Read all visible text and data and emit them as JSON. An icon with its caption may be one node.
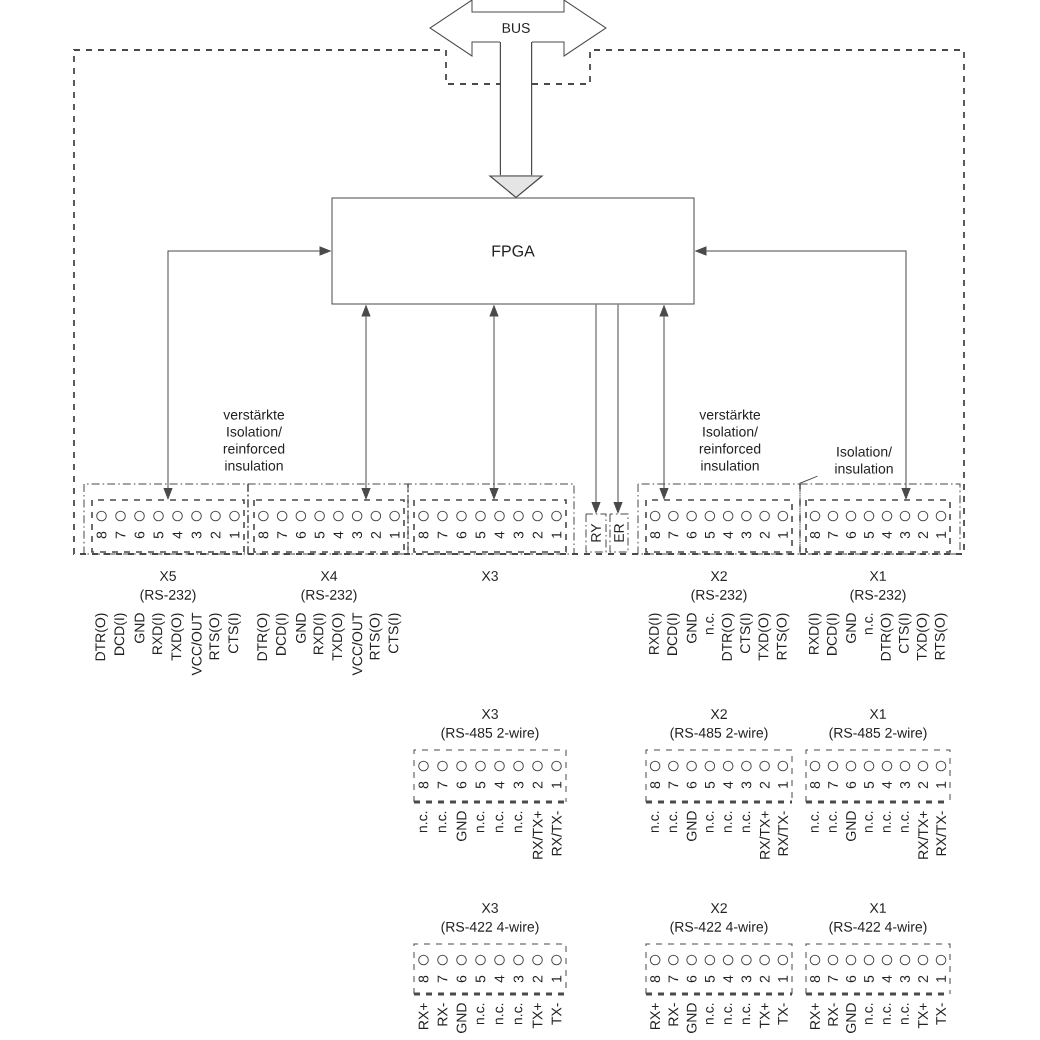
{
  "diagram": {
    "nodes": [
      {
        "text": [],
        "shape": "box"
      },
      {
        "text": [
          "BUS"
        ]
      },
      {
        "text": [
          "FPGA"
        ],
        "in": 0
      },
      {
        "text": [],
        "shape": "box",
        "in": 0
      },
      {
        "text": [
          "X5",
          "(RS-232)"
        ],
        "in": 3
      },
      {
        "text": [],
        "shape": "box",
        "in": 0
      },
      {
        "text": [
          "X4",
          "(RS-232)"
        ],
        "in": 5
      },
      {
        "text": [],
        "shape": "box",
        "in": 0
      },
      {
        "text": [
          "X3"
        ],
        "in": 7
      },
      {
        "text": [
          "RY"
        ],
        "in": 0
      },
      {
        "text": [
          "ER"
        ],
        "in": 0
      },
      {
        "text": [],
        "shape": "box",
        "in": 0
      },
      {
        "text": [
          "X2",
          "(RS-232)"
        ],
        "in": 11
      },
      {
        "text": [],
        "shape": "box",
        "in": 0
      },
      {
        "text": [
          "X1",
          "(RS-232)"
        ],
        "in": 13
      },
      {
        "text": [
          "Isolation/ insulation"
        ],
        "in": 0
      },
      {
        "text": [
          "X3",
          "(RS-485 2-wire)"
        ]
      },
      {
        "text": [
          "X2",
          "(RS-485 2-wire)"
        ]
      },
      {
        "text": [
          "X1",
          "(RS-485 2-wire)"
        ]
      },
      {
        "text": [
          "X3",
          "(RS-422 4-wire)"
        ]
      },
      {
        "text": [
          "X2",
          "(RS-422 4-wire)"
        ]
      },
      {
        "text": [
          "X1",
          "(RS-422 4-wire)"
        ]
      }
    ],
    "edges": [
      {
        "from": 1,
        "to": 2,
        "arrow": "to",
        "style": "thick"
      },
      {
        "from": 4,
        "to": 2,
        "arrow": "both"
      },
      {
        "from": 6,
        "to": 2,
        "arrow": "both"
      },
      {
        "from": 8,
        "to": 2,
        "arrow": "both"
      },
      {
        "from": 2,
        "to": 9,
        "arrow": "to"
      },
      {
        "from": 2,
        "to": 10,
        "arrow": "to"
      },
      {
        "from": 12,
        "to": 2,
        "arrow": "both"
      },
      {
        "from": 14,
        "to": 2,
        "arrow": "both"
      },
      {
        "from": 15,
        "to": 13,
        "arrow": "none"
      }
    ],
    "labels": [
      "verstärkte Isolation/ reinforced insulation",
      "verstärkte Isolation/ reinforced insulation",
      "8",
      "7",
      "6",
      "5",
      "4",
      "3",
      "2",
      "1",
      "DTR(O)",
      "DCD(I)",
      "GND",
      "RXD(I)",
      "TXD(O)",
      "VCC/OUT",
      "RTS(O)",
      "CTS(I)",
      "8",
      "7",
      "6",
      "5",
      "4",
      "3",
      "2",
      "1",
      "DTR(O)",
      "DCD(I)",
      "GND",
      "RXD(I)",
      "TXD(O)",
      "VCC/OUT",
      "RTS(O)",
      "CTS(I)",
      "8",
      "7",
      "6",
      "5",
      "4",
      "3",
      "2",
      "1",
      "8",
      "7",
      "6",
      "5",
      "4",
      "3",
      "2",
      "1",
      "RXD(I)",
      "DCD(I)",
      "GND",
      "n.c.",
      "DTR(O)",
      "CTS(I)",
      "TXD(O)",
      "RTS(O)",
      "8",
      "7",
      "6",
      "5",
      "4",
      "3",
      "2",
      "1",
      "RXD(I)",
      "DCD(I)",
      "GND",
      "n.c.",
      "DTR(O)",
      "CTS(I)",
      "TXD(O)",
      "RTS(O)",
      "8",
      "7",
      "6",
      "5",
      "4",
      "3",
      "2",
      "1",
      "n.c.",
      "n.c.",
      "GND",
      "n.c.",
      "n.c.",
      "n.c.",
      "RX/TX+",
      "RX/TX-",
      "8",
      "7",
      "6",
      "5",
      "4",
      "3",
      "2",
      "1",
      "n.c.",
      "n.c.",
      "GND",
      "n.c.",
      "n.c.",
      "n.c.",
      "RX/TX+",
      "RX/TX-",
      "8",
      "7",
      "6",
      "5",
      "4",
      "3",
      "2",
      "1",
      "n.c.",
      "n.c.",
      "GND",
      "n.c.",
      "n.c.",
      "n.c.",
      "RX/TX+",
      "RX/TX-",
      "8",
      "7",
      "6",
      "5",
      "4",
      "3",
      "2",
      "1",
      "RX+",
      "RX-",
      "GND",
      "n.c.",
      "n.c.",
      "n.c.",
      "TX+",
      "TX-",
      "8",
      "7",
      "6",
      "5",
      "4",
      "3",
      "2",
      "1",
      "RX+",
      "RX-",
      "GND",
      "n.c.",
      "n.c.",
      "n.c.",
      "TX+",
      "TX-",
      "8",
      "7",
      "6",
      "5",
      "4",
      "3",
      "2",
      "1",
      "RX+",
      "RX-",
      "GND",
      "n.c.",
      "n.c.",
      "n.c.",
      "TX+",
      "TX-"
    ]
  }
}
